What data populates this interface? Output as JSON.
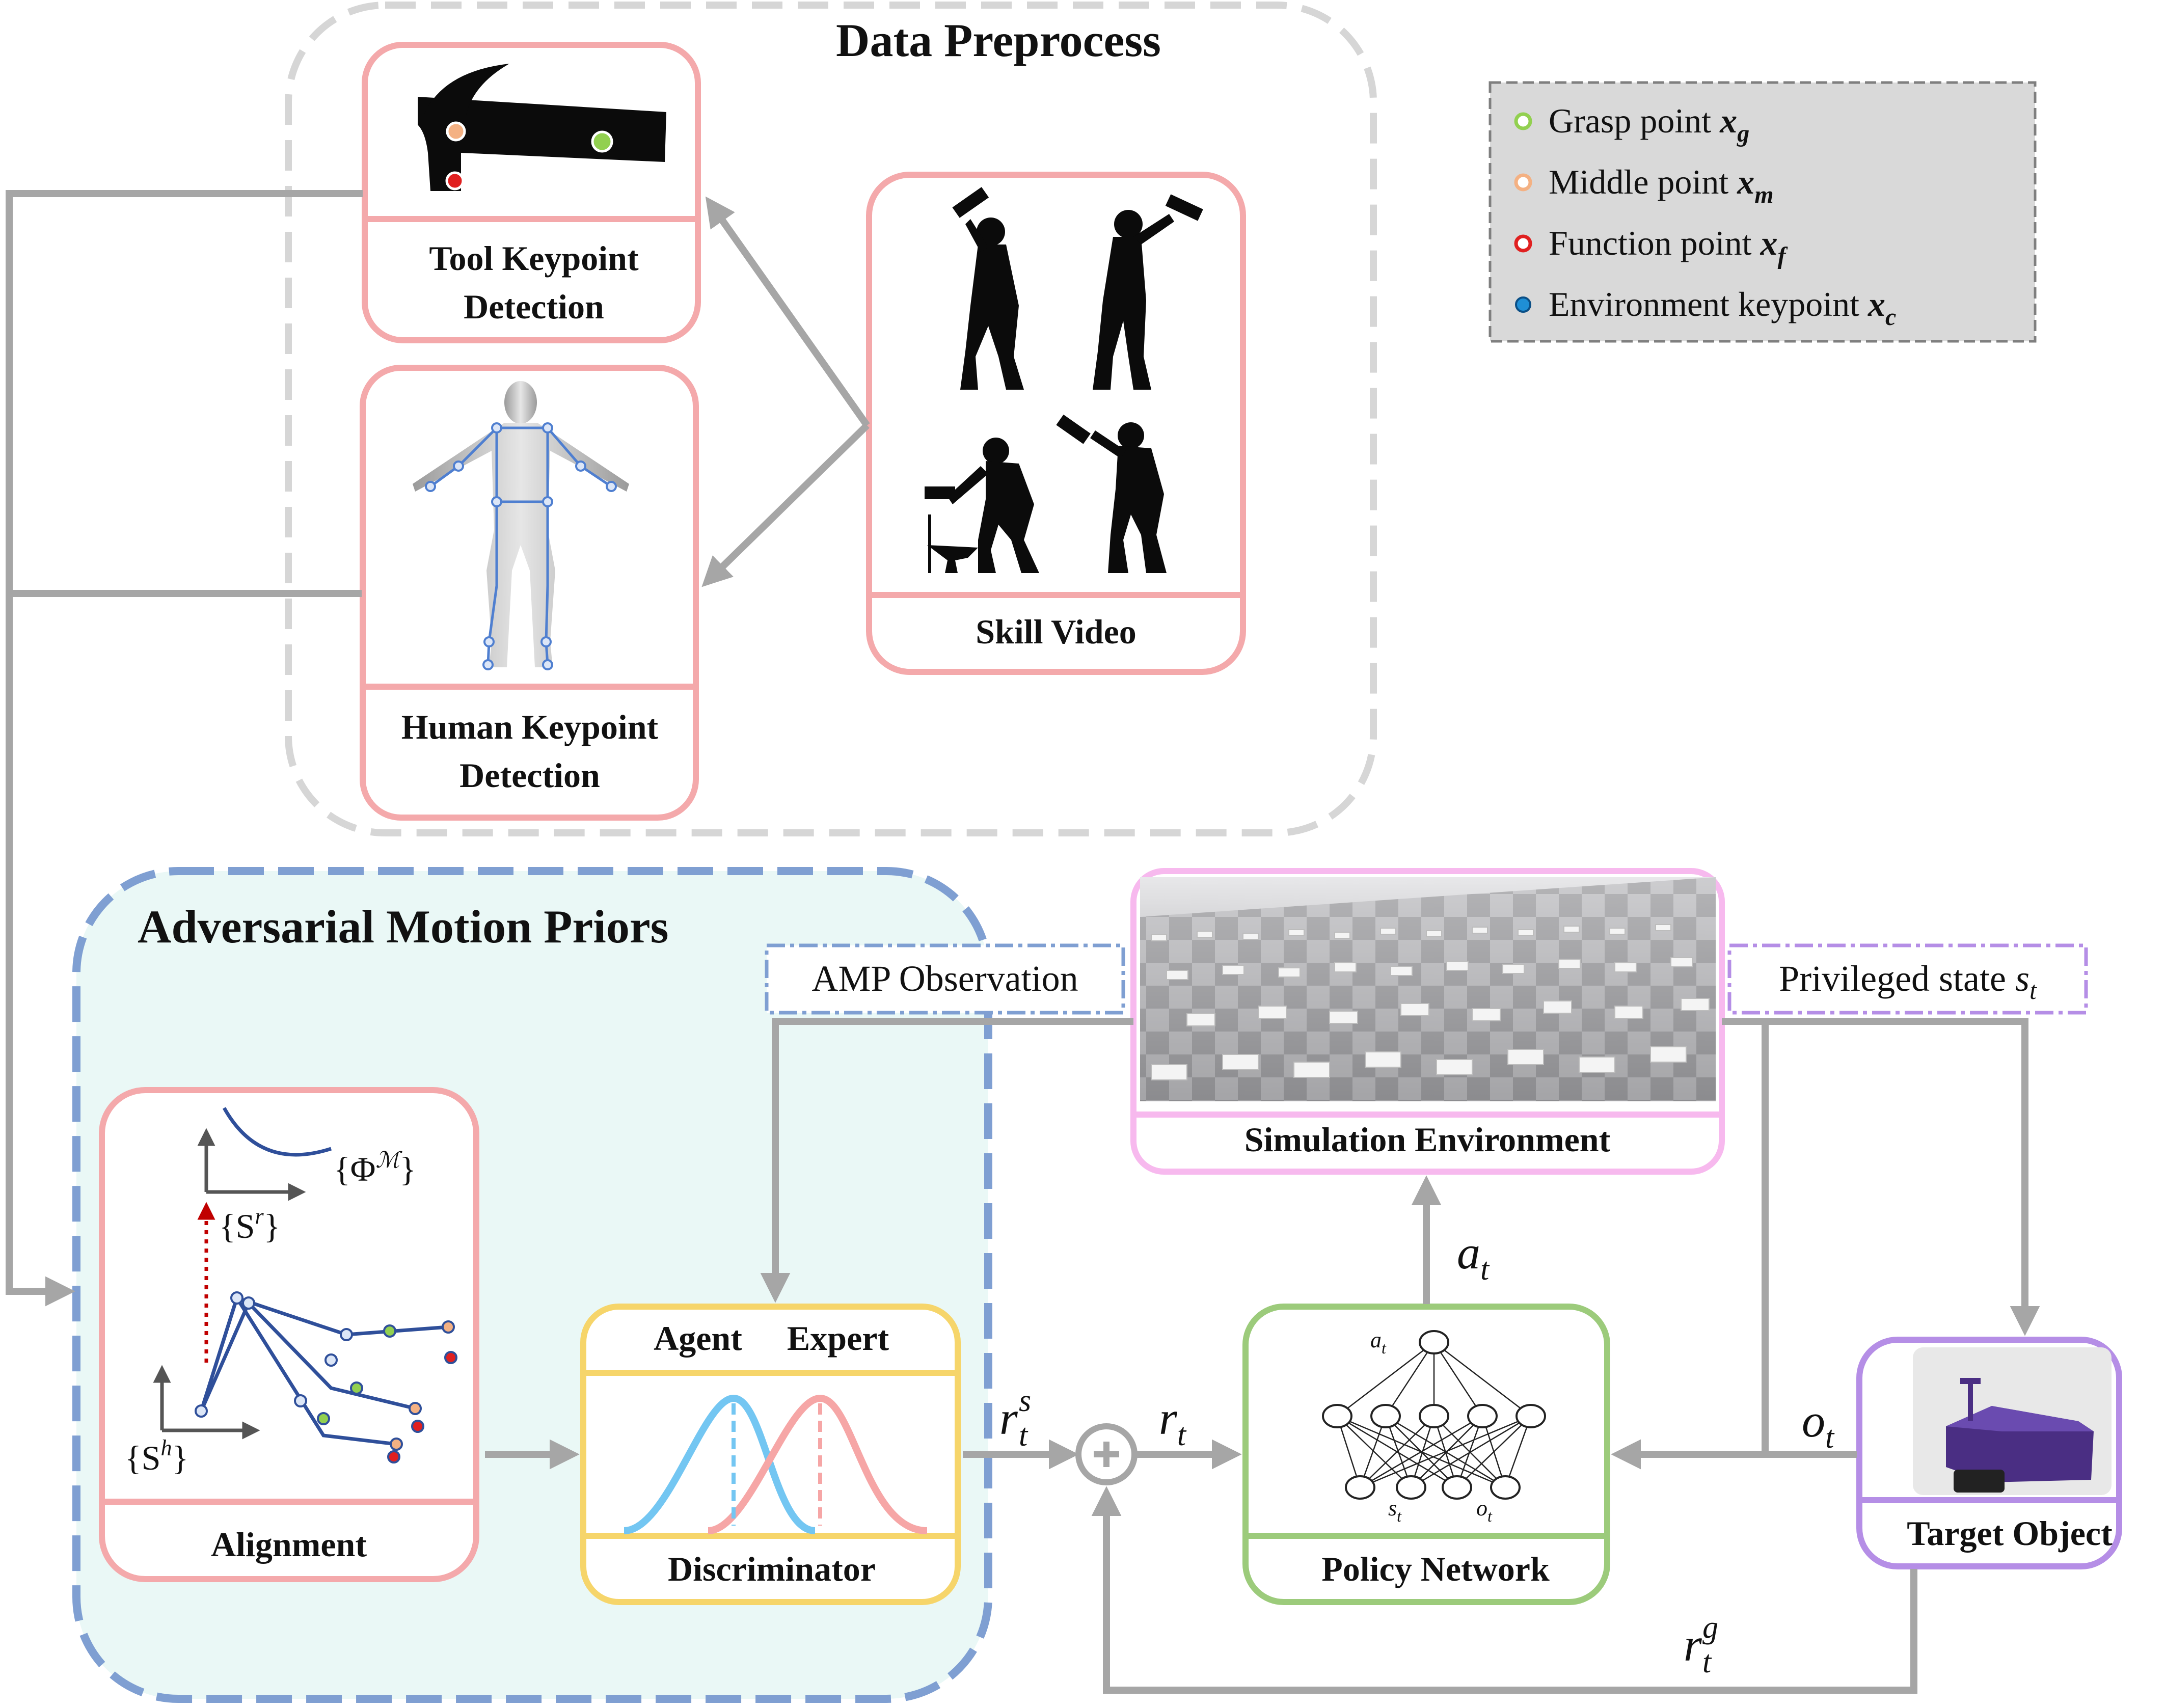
{
  "colors": {
    "box_pink": "#f4a9ab",
    "box_yellow": "#f6d56a",
    "box_green": "#9ccb7b",
    "box_violet": "#b58ee6",
    "box_lightpink": "#f7b9ee",
    "arrow_gray": "#a6a6a6",
    "dashed_gray": "#d6d6d6",
    "dashed_blue": "#7f9fd2",
    "amp_fill": "#eaf8f6",
    "legend_fill": "#d9d9d9",
    "grasp": "#92d050",
    "middle": "#f4b183",
    "function": "#e02020",
    "environment": "#1f8fd6",
    "agent_curve": "#73c6f2",
    "expert_curve": "#f6a6a6",
    "plot_blue": "#2f4f9a"
  },
  "data_preprocess": {
    "title": "Data Preprocess",
    "tool_box": {
      "label_line1": "Tool Keypoint",
      "label_line2": "Detection",
      "image": "hammer-icon"
    },
    "human_box": {
      "label_line1": "Human Keypoint",
      "label_line2": "Detection",
      "image": "human-skeleton-icon"
    },
    "skill_box": {
      "label": "Skill Video",
      "image": "hammering-silhouettes-icon"
    }
  },
  "legend": {
    "items": [
      {
        "text": "Grasp point",
        "symbol": "x",
        "sub": "g",
        "color_key": "grasp"
      },
      {
        "text": "Middle point",
        "symbol": "x",
        "sub": "m",
        "color_key": "middle"
      },
      {
        "text": "Function point",
        "symbol": "x",
        "sub": "f",
        "color_key": "function"
      },
      {
        "text": "Environment keypoint",
        "symbol": "x",
        "sub": "c",
        "color_key": "environment"
      }
    ]
  },
  "amp": {
    "title": "Adversarial Motion Priors",
    "observation_label": "AMP   Observation",
    "alignment": {
      "label": "Alignment",
      "phi_open": "{Φ",
      "phi_sup": "ℳ",
      "phi_close": "}",
      "sr_open": "{S",
      "sr_sup": "r",
      "sr_close": "}",
      "sh_open": "{S",
      "sh_sup": "h",
      "sh_close": "}"
    },
    "discriminator": {
      "label": "Discriminator",
      "header_agent": "Agent",
      "header_expert": "Expert"
    }
  },
  "simulation": {
    "label": "Simulation Environment",
    "image": "simulation-grid-icon"
  },
  "privileged_state": {
    "text": "Privileged state ",
    "symbol": "s",
    "sub": "t"
  },
  "policy": {
    "label": "Policy Network",
    "net_top": "a",
    "net_top_sub": "t",
    "net_bottom_left": "s",
    "net_bottom_left_sub": "t",
    "net_bottom_right": "o",
    "net_bottom_right_sub": "t"
  },
  "target": {
    "label": "Target Object",
    "image": "target-object-icon"
  },
  "signals": {
    "a_t": {
      "symbol": "a",
      "sub": "t"
    },
    "o_t": {
      "symbol": "o",
      "sub": "t"
    },
    "r_t": {
      "symbol": "r",
      "sub": "t"
    },
    "r_ts": {
      "symbol": "r",
      "sub": "t",
      "sup": "s"
    },
    "r_tg": {
      "symbol": "r",
      "sub": "t",
      "sup": "g"
    },
    "sum": "+"
  }
}
